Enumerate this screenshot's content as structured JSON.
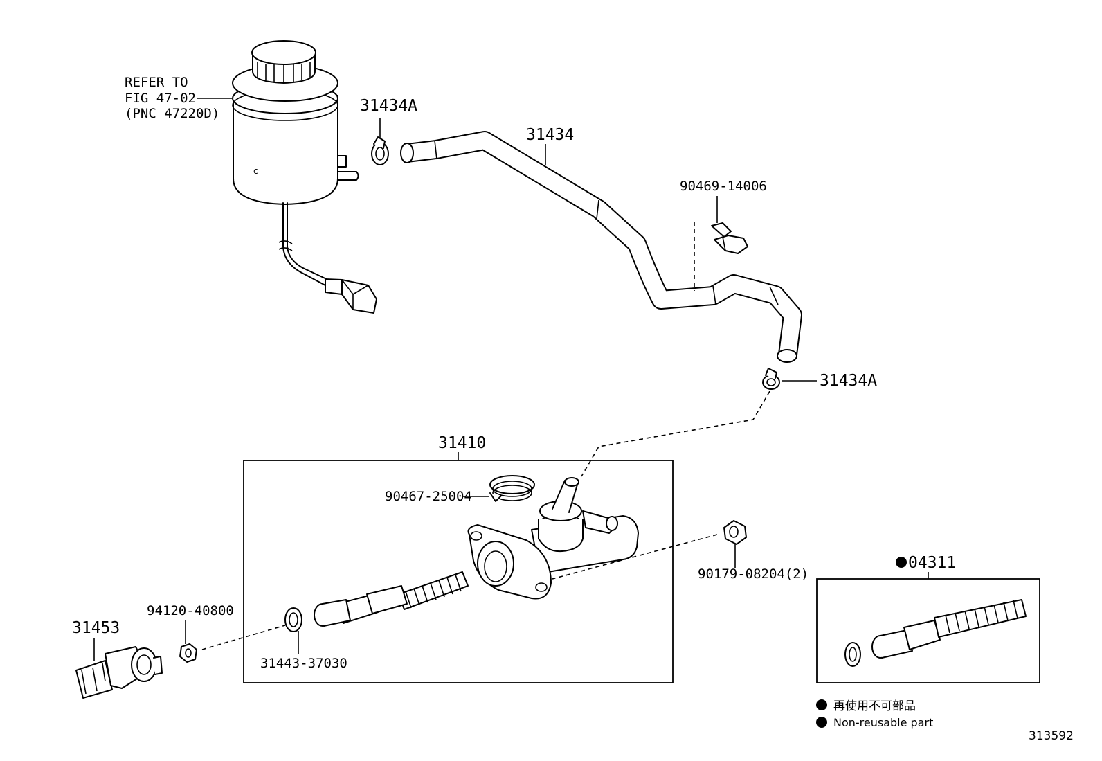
{
  "diagram_id": "313592",
  "refer_note": {
    "line1": "REFER TO",
    "line2": "FIG 47-02",
    "line3": "(PNC 47220D)"
  },
  "parts": {
    "clamp_top": "31434A",
    "hose": "31434",
    "hose_clamp_side": "90469-14006",
    "clamp_bottom": "31434A",
    "master_cylinder_assy": "31410",
    "inner_clip": "90467-25004",
    "nut": "90179-08204(2)",
    "snap_ring": "31443-37030",
    "small_nut": "94120-40800",
    "switch": "31453",
    "repair_kit": "04311"
  },
  "legend": {
    "japanese": "再使用不可部品",
    "english": "Non-reusable part"
  }
}
